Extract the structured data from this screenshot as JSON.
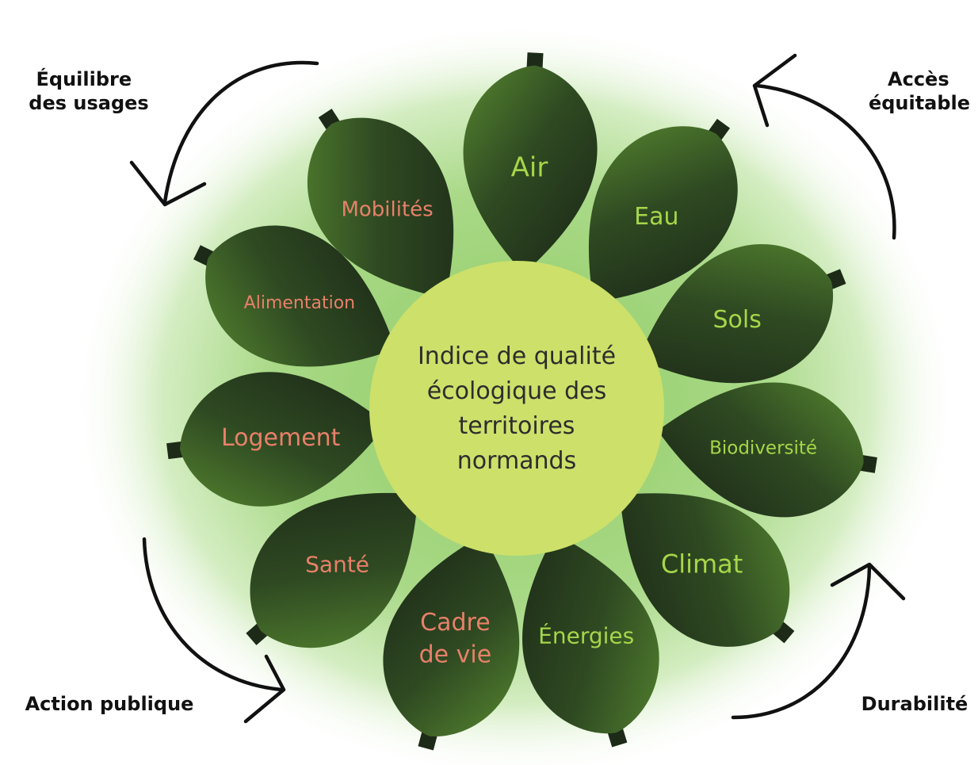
{
  "center": {
    "lines": [
      "Indice de qualité",
      "écologique des",
      "territoires",
      "normands"
    ],
    "color": "#cde06a"
  },
  "leaves": [
    {
      "id": "air",
      "lines": [
        "Air"
      ],
      "tone": "green"
    },
    {
      "id": "eau",
      "lines": [
        "Eau"
      ],
      "tone": "green"
    },
    {
      "id": "sols",
      "lines": [
        "Sols"
      ],
      "tone": "green"
    },
    {
      "id": "biodiversite",
      "lines": [
        "Biodiversité"
      ],
      "tone": "green"
    },
    {
      "id": "climat",
      "lines": [
        "Climat"
      ],
      "tone": "green"
    },
    {
      "id": "energies",
      "lines": [
        "Énergies"
      ],
      "tone": "green"
    },
    {
      "id": "cadre-de-vie",
      "lines": [
        "Cadre",
        "de vie"
      ],
      "tone": "pink"
    },
    {
      "id": "sante",
      "lines": [
        "Santé"
      ],
      "tone": "pink"
    },
    {
      "id": "logement",
      "lines": [
        "Logement"
      ],
      "tone": "pink"
    },
    {
      "id": "alimentation",
      "lines": [
        "Alimentation"
      ],
      "tone": "pink"
    },
    {
      "id": "mobilites",
      "lines": [
        "Mobilités"
      ],
      "tone": "pink"
    }
  ],
  "corners": {
    "top_left": [
      "Équilibre",
      "des usages"
    ],
    "top_right": [
      "Accès",
      "équitable"
    ],
    "bottom_left": [
      "Action publique"
    ],
    "bottom_right": [
      "Durabilité"
    ]
  },
  "colors": {
    "leaf_dark": "#1c2a17",
    "leaf_light": "#4e7a2f",
    "text_green": "#a6d64a",
    "text_pink": "#e8806a",
    "halo": "#7fbf5a",
    "arrow": "#111111"
  },
  "icons": {
    "arrow_top_left": "curved-arrow-icon",
    "arrow_top_right": "curved-arrow-icon",
    "arrow_bottom_left": "curved-arrow-icon",
    "arrow_bottom_right": "curved-arrow-icon"
  }
}
